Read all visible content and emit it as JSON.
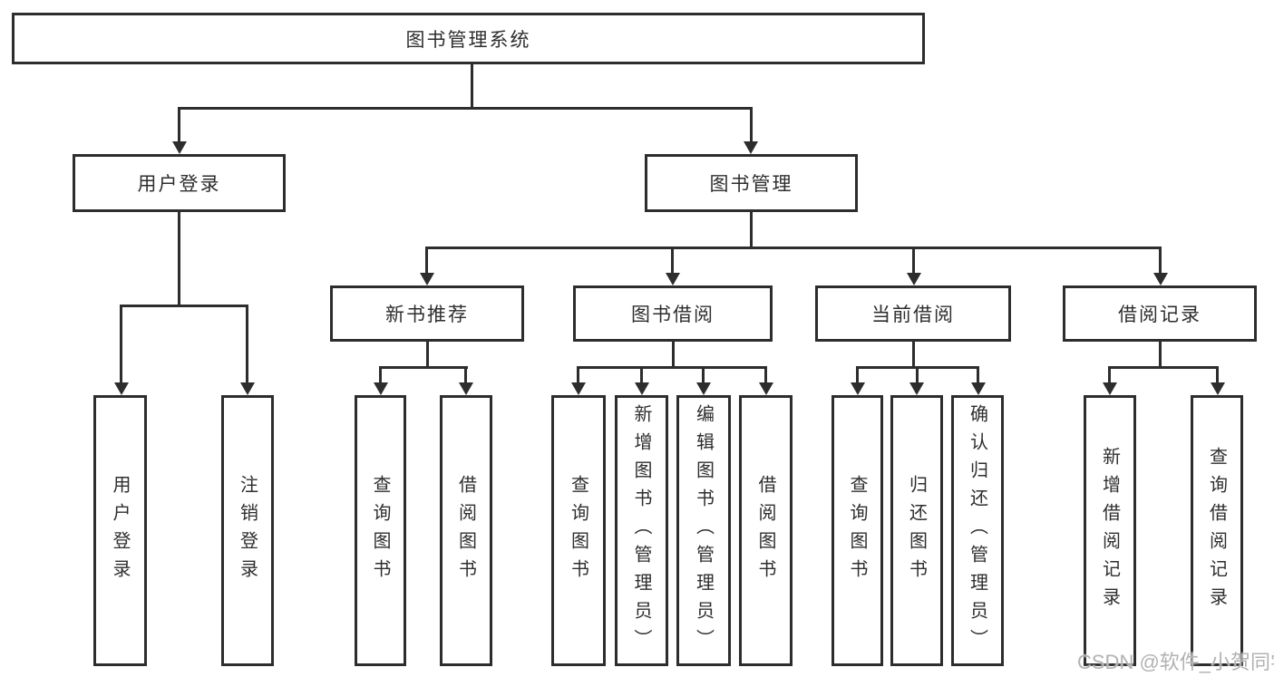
{
  "tree": {
    "label": "图书管理系统",
    "children": [
      {
        "label": "用户登录",
        "children": [
          {
            "label": "用户登录"
          },
          {
            "label": "注销登录"
          }
        ]
      },
      {
        "label": "图书管理",
        "children": [
          {
            "label": "新书推荐",
            "children": [
              {
                "label": "查询图书"
              },
              {
                "label": "借阅图书"
              }
            ]
          },
          {
            "label": "图书借阅",
            "children": [
              {
                "label": "查询图书"
              },
              {
                "label": "新增图书（管理员）"
              },
              {
                "label": "编辑图书（管理员）"
              },
              {
                "label": "借阅图书"
              }
            ]
          },
          {
            "label": "当前借阅",
            "children": [
              {
                "label": "查询图书"
              },
              {
                "label": "归还图书"
              },
              {
                "label": "确认归还（管理员）"
              }
            ]
          },
          {
            "label": "借阅记录",
            "children": [
              {
                "label": "新增借阅记录"
              },
              {
                "label": "查询借阅记录"
              }
            ]
          }
        ]
      }
    ]
  },
  "watermark": {
    "text": "CSDN @软件_小贺同学"
  },
  "colors": {
    "line": "#2d2d2d",
    "text": "#2e2e2e",
    "background": "#ffffff",
    "watermark": "#b2b2b2"
  }
}
